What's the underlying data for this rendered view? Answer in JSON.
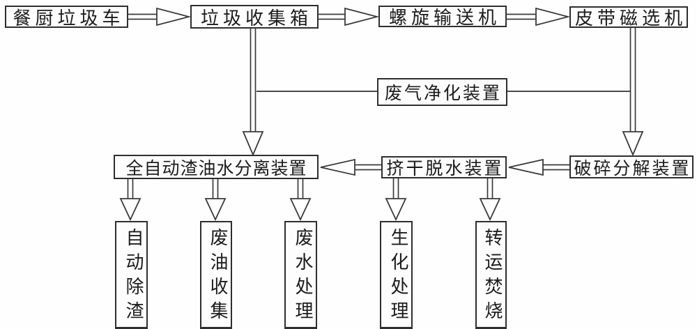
{
  "diagram": {
    "kind": "process-flowchart",
    "language": "zh-CN",
    "nodes": {
      "food_waste_truck": "餐厨垃圾车",
      "garbage_collection_box": "垃圾收集箱",
      "screw_conveyor": "螺旋输送机",
      "belt_magnetic_separator": "皮带磁选机",
      "waste_gas_purifier": "废气净化装置",
      "auto_slag_oil_water_separator": "全自动渣油水分离装置",
      "squeeze_dewatering_unit": "挤干脱水装置",
      "crushing_decomposition_unit": "破碎分解装置",
      "auto_slag_removal": "自动除渣",
      "waste_oil_collection": "废油收集",
      "waste_water_treatment": "废水处理",
      "biochemical_treatment": "生化处理",
      "transfer_incineration": "转运焚烧"
    },
    "edges": [
      {
        "from": "餐厨垃圾车",
        "to": "垃圾收集箱",
        "style": "hollow-arrow"
      },
      {
        "from": "垃圾收集箱",
        "to": "螺旋输送机",
        "style": "hollow-arrow"
      },
      {
        "from": "螺旋输送机",
        "to": "皮带磁选机",
        "style": "hollow-arrow"
      },
      {
        "from": "垃圾收集箱",
        "to": "全自动渣油水分离装置",
        "style": "hollow-arrow"
      },
      {
        "from": "皮带磁选机",
        "to": "破碎分解装置",
        "style": "hollow-arrow"
      },
      {
        "from": "垃圾收集箱",
        "to": "废气净化装置",
        "style": "plain-line"
      },
      {
        "from": "皮带磁选机",
        "to": "废气净化装置",
        "style": "plain-line"
      },
      {
        "from": "破碎分解装置",
        "to": "挤干脱水装置",
        "style": "hollow-arrow"
      },
      {
        "from": "挤干脱水装置",
        "to": "全自动渣油水分离装置",
        "style": "hollow-arrow"
      },
      {
        "from": "全自动渣油水分离装置",
        "to": "自动除渣",
        "style": "hollow-arrow"
      },
      {
        "from": "全自动渣油水分离装置",
        "to": "废油收集",
        "style": "hollow-arrow"
      },
      {
        "from": "全自动渣油水分离装置",
        "to": "废水处理",
        "style": "hollow-arrow"
      },
      {
        "from": "挤干脱水装置",
        "to": "生化处理",
        "style": "hollow-arrow"
      },
      {
        "from": "挤干脱水装置",
        "to": "转运焚烧",
        "style": "hollow-arrow"
      }
    ],
    "colors": {
      "background": "#fefefe",
      "line": "#3a3a3a",
      "border": "#2e2e2e",
      "text": "#1c1c1c"
    }
  }
}
